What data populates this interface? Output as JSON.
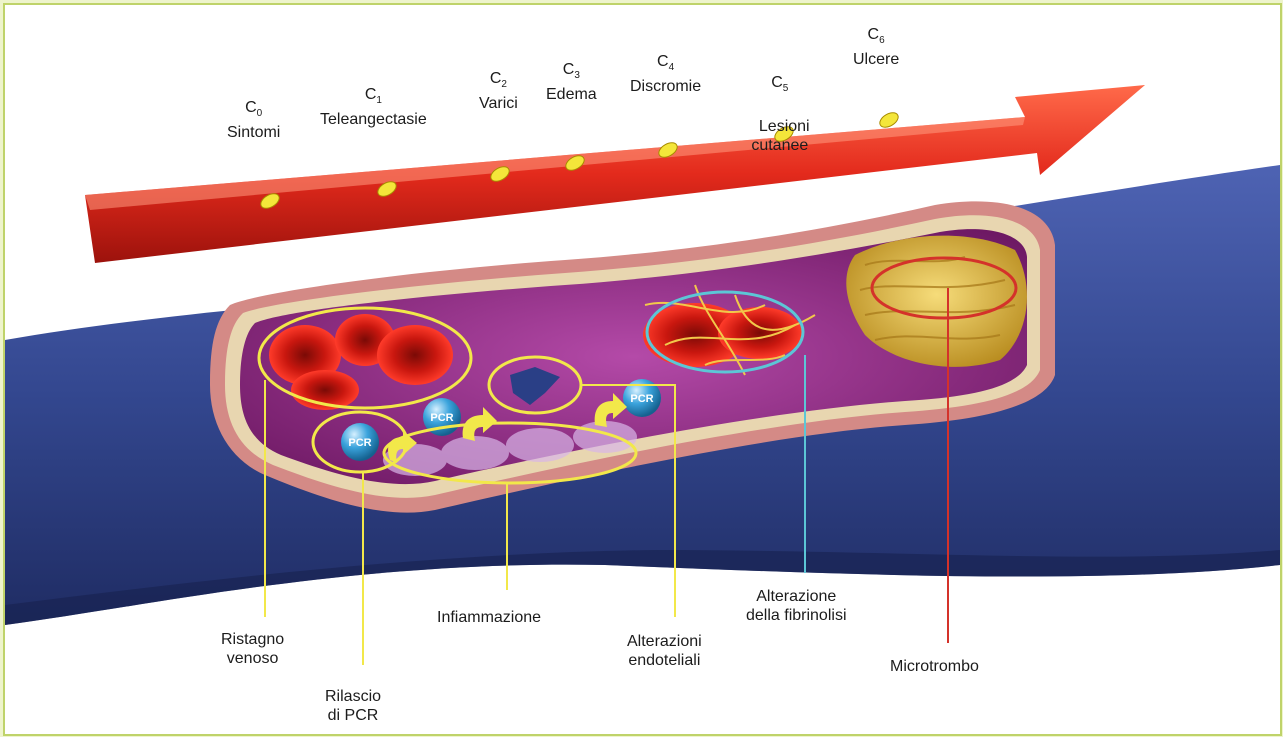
{
  "colors": {
    "arrow": "#e32a1c",
    "vein_outer": "#3a4f9c",
    "vein_inner": "#8b1f7e",
    "callout_yellow": "#f2e84a",
    "callout_cyan": "#5cc6d6",
    "callout_red": "#d4322a",
    "pcr_blue": "#3aa3dc"
  },
  "stages": [
    {
      "code": "C",
      "sub": "0",
      "label": "Sintomi"
    },
    {
      "code": "C",
      "sub": "1",
      "label": "Teleangectasie"
    },
    {
      "code": "C",
      "sub": "2",
      "label": "Varici"
    },
    {
      "code": "C",
      "sub": "3",
      "label": "Edema"
    },
    {
      "code": "C",
      "sub": "4",
      "label": "Discromie"
    },
    {
      "code": "C",
      "sub": "5",
      "label": "Lesioni\ncutanee"
    },
    {
      "code": "C",
      "sub": "6",
      "label": "Ulcere"
    }
  ],
  "pcr_badge": "PCR",
  "callouts": {
    "ristagno": "Ristagno\nvenoso",
    "rilascio": "Rilascio\ndi PCR",
    "infiammazione": "Infiammazione",
    "endoteliali": "Alterazioni\nendoteliali",
    "fibrinolisi": "Alterazione\ndella fibrinolisi",
    "microtrombo": "Microtrombo"
  }
}
